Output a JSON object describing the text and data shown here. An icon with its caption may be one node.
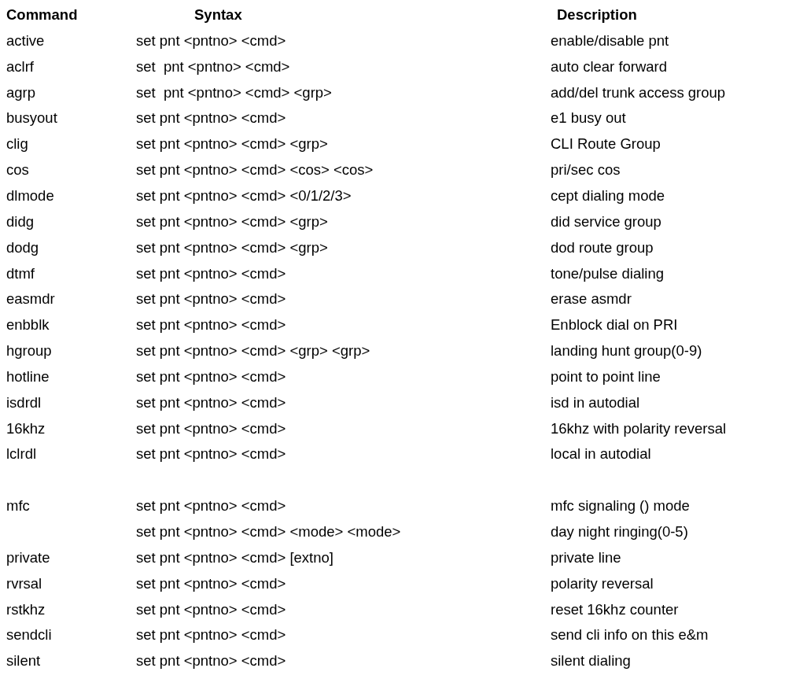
{
  "diagram": {
    "labels": [
      "Command",
      "Syntax",
      "Description",
      "active",
      "set pnt <pntno> <cmd>",
      "enable/disable pnt",
      "aclrf",
      "set  pnt <pntno> <cmd>",
      "auto clear forward",
      "agrp",
      "set  pnt <pntno> <cmd> <grp>",
      "add/del trunk access group",
      "busyout",
      "set pnt <pntno> <cmd>",
      "e1 busy out",
      "clig",
      "set pnt <pntno> <cmd> <grp>",
      "CLI Route Group",
      "cos",
      "set pnt <pntno> <cmd> <cos> <cos>",
      "pri/sec cos",
      "dlmode",
      "set pnt <pntno> <cmd> <0/1/2/3>",
      "cept dialing mode",
      "didg",
      "set pnt <pntno> <cmd> <grp>",
      "did service group",
      "dodg",
      "set pnt <pntno> <cmd> <grp>",
      "dod route group",
      "dtmf",
      "set pnt <pntno> <cmd>",
      "tone/pulse dialing",
      "easmdr",
      "set pnt <pntno> <cmd>",
      "erase asmdr",
      "enbblk",
      "set pnt <pntno> <cmd>",
      "Enblock dial on PRI",
      "hgroup",
      "set pnt <pntno> <cmd> <grp> <grp>",
      "landing hunt group(0-9)",
      "hotline",
      "set pnt <pntno> <cmd>",
      "point to point line",
      "isdrdl",
      "set pnt <pntno> <cmd>",
      "isd in autodial",
      "16khz",
      "set pnt <pntno> <cmd>",
      "16khz with polarity reversal",
      "lclrdl",
      "set pnt <pntno> <cmd>",
      "local in autodial",
      "mfc",
      "set pnt <pntno> <cmd>",
      "mfc signaling () mode",
      "set pnt <pntno> <cmd> <mode> <mode>",
      "day night ringing(0-5)",
      "private",
      "set pnt <pntno> <cmd> [extno]",
      "private line",
      "rvrsal",
      "set pnt <pntno> <cmd>",
      "polarity reversal",
      "rstkhz",
      "set pnt <pntno> <cmd>",
      "reset 16khz counter",
      "sendcli",
      "set pnt <pntno> <cmd>",
      "send cli info on this e&m",
      "silent",
      "set pnt <pntno> <cmd>",
      "silent dialing"
    ]
  }
}
